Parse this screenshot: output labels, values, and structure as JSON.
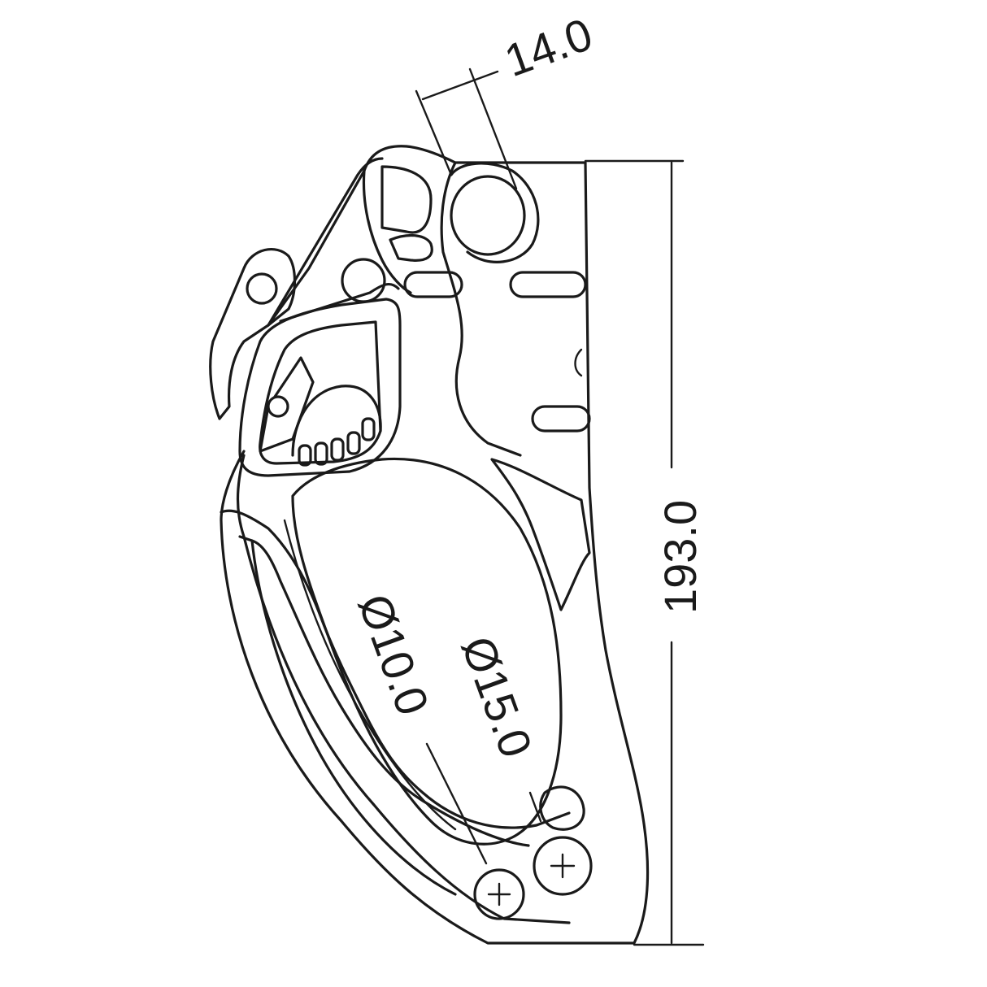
{
  "diagram": {
    "dimensions": {
      "width_top": "14.0",
      "height_total": "193.0",
      "rope_min": "Ø10.0",
      "rope_max": "Ø15.0"
    },
    "colors": {
      "line": "#1a1a1a",
      "background": "#ffffff"
    }
  }
}
